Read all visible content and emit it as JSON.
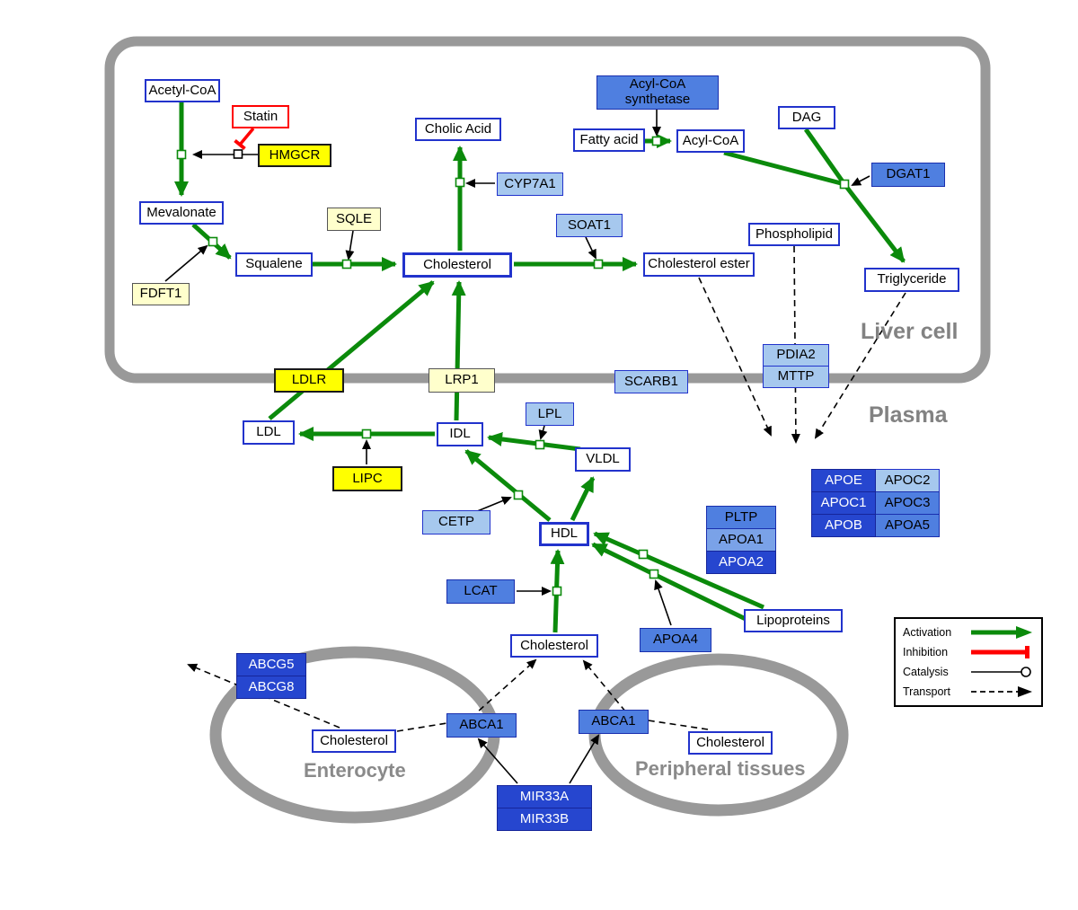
{
  "compartments": {
    "liver": "Liver cell",
    "plasma": "Plasma",
    "enterocyte": "Enterocyte",
    "peripheral": "Peripheral tissues"
  },
  "nodes": {
    "acetyl_coa": {
      "label": "Acetyl-CoA"
    },
    "statin": {
      "label": "Statin"
    },
    "hmgcr": {
      "label": "HMGCR"
    },
    "mevalonate": {
      "label": "Mevalonate"
    },
    "sqle": {
      "label": "SQLE"
    },
    "fdft1": {
      "label": "FDFT1"
    },
    "squalene": {
      "label": "Squalene"
    },
    "cholesterol": {
      "label": "Cholesterol"
    },
    "cholic_acid": {
      "label": "Cholic Acid"
    },
    "cyp7a1": {
      "label": "CYP7A1"
    },
    "soat1": {
      "label": "SOAT1"
    },
    "cholesterol_ester": {
      "label": "Cholesterol ester"
    },
    "acyl_coa_synthetase": {
      "label": "Acyl-CoA synthetase"
    },
    "fatty_acid": {
      "label": "Fatty acid"
    },
    "acyl_coa": {
      "label": "Acyl-CoA"
    },
    "dag": {
      "label": "DAG"
    },
    "dgat1": {
      "label": "DGAT1"
    },
    "phospholipid": {
      "label": "Phospholipid"
    },
    "triglyceride": {
      "label": "Triglyceride"
    },
    "pdia2": {
      "label": "PDIA2"
    },
    "mttp": {
      "label": "MTTP"
    },
    "ldlr": {
      "label": "LDLR"
    },
    "lrp1": {
      "label": "LRP1"
    },
    "scarb1": {
      "label": "SCARB1"
    },
    "ldl": {
      "label": "LDL"
    },
    "idl": {
      "label": "IDL"
    },
    "lpl": {
      "label": "LPL"
    },
    "vldl": {
      "label": "VLDL"
    },
    "lipc": {
      "label": "LIPC"
    },
    "cetp": {
      "label": "CETP"
    },
    "hdl": {
      "label": "HDL"
    },
    "pltp": {
      "label": "PLTP"
    },
    "apoa1": {
      "label": "APOA1"
    },
    "apoa2": {
      "label": "APOA2"
    },
    "apoe": {
      "label": "APOE"
    },
    "apoc2": {
      "label": "APOC2"
    },
    "apoc1": {
      "label": "APOC1"
    },
    "apoc3": {
      "label": "APOC3"
    },
    "apob": {
      "label": "APOB"
    },
    "apoa5": {
      "label": "APOA5"
    },
    "lcat": {
      "label": "LCAT"
    },
    "apoa4": {
      "label": "APOA4"
    },
    "lipoproteins": {
      "label": "Lipoproteins"
    },
    "cholesterol_plasma": {
      "label": "Cholesterol"
    },
    "abcg5": {
      "label": "ABCG5"
    },
    "abcg8": {
      "label": "ABCG8"
    },
    "cholesterol_enterocyte": {
      "label": "Cholesterol"
    },
    "abca1_left": {
      "label": "ABCA1"
    },
    "abca1_right": {
      "label": "ABCA1"
    },
    "cholesterol_peripheral": {
      "label": "Cholesterol"
    },
    "mir33a": {
      "label": "MIR33A"
    },
    "mir33b": {
      "label": "MIR33B"
    }
  },
  "legend": {
    "activation": "Activation",
    "inhibition": "Inhibition",
    "catalysis": "Catalysis",
    "transport": "Transport"
  },
  "colors": {
    "activation_green": "#0b8a0b",
    "inhibition_red": "#ff0000",
    "metabolite_border_blue": "#2233cc",
    "gene_yellow": "#ffff00",
    "gene_pale_yellow": "#ffffcc",
    "gene_light_blue": "#a6c8ee",
    "gene_medium_blue": "#4f7fe0",
    "gene_dark_blue": "#2646cf",
    "compartment_gray": "#999999"
  }
}
